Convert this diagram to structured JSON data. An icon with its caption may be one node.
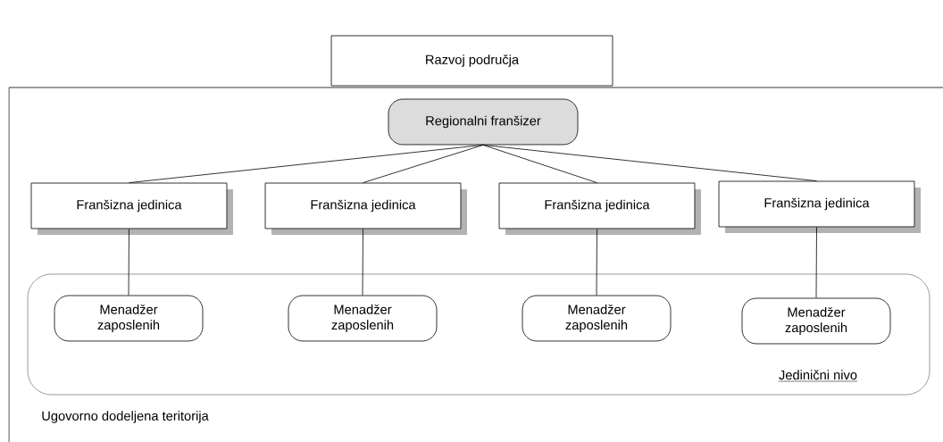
{
  "diagram": {
    "nodes": [
      {
        "text": [
          "Razvoj područja"
        ]
      },
      {
        "text": [
          "Ugovorno dodeljena teritorija"
        ]
      },
      {
        "text": [
          "Regionalni franšizer"
        ],
        "in": 1
      },
      {
        "text": [
          "Franšizna jedinica"
        ],
        "in": 1
      },
      {
        "text": [
          "Franšizna jedinica"
        ],
        "in": 1
      },
      {
        "text": [
          "Franšizna jedinica"
        ],
        "in": 1
      },
      {
        "text": [
          "Franšizna jedinica"
        ],
        "in": 1
      },
      {
        "text": [
          "Jedinični nivo"
        ],
        "in": 1
      },
      {
        "text": [
          "Menadžer zaposlenih"
        ],
        "in": 7
      },
      {
        "text": [
          "Menadžer zaposlenih"
        ],
        "in": 7
      },
      {
        "text": [
          "Menadžer zaposlenih"
        ],
        "in": 7
      },
      {
        "text": [
          "Menadžer zaposlenih"
        ],
        "in": 7
      }
    ],
    "edges": [
      {
        "from": 2,
        "to": 3,
        "arrow": "none"
      },
      {
        "from": 2,
        "to": 4,
        "arrow": "none"
      },
      {
        "from": 2,
        "to": 5,
        "arrow": "none"
      },
      {
        "from": 2,
        "to": 6,
        "arrow": "none"
      },
      {
        "from": 3,
        "to": 8,
        "arrow": "none"
      },
      {
        "from": 4,
        "to": 9,
        "arrow": "none"
      },
      {
        "from": 5,
        "to": 10,
        "arrow": "none"
      },
      {
        "from": 6,
        "to": 11,
        "arrow": "none"
      }
    ]
  }
}
